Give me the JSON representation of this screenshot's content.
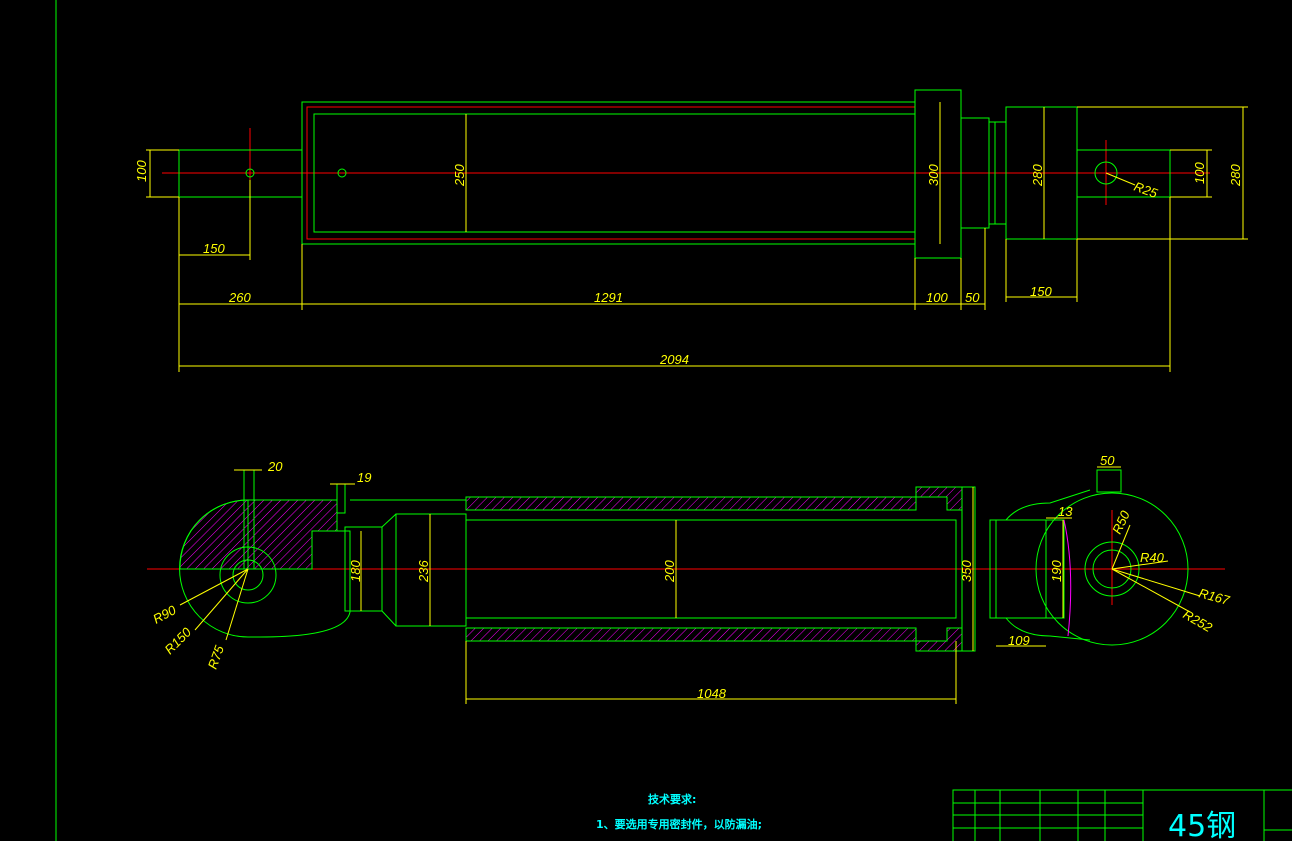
{
  "colors": {
    "background": "#000000",
    "outline": "#00ff00",
    "dimension": "#ffff00",
    "centerline": "#ff0000",
    "hatch": "#ff00ff",
    "text_note": "#00ffff"
  },
  "top_view": {
    "dims": {
      "rod_dia": "100",
      "eye_len": "150",
      "rod_offset": "260",
      "body_len": "1291",
      "flange_w": "100",
      "step_w": "50",
      "overall": "2094",
      "bore": "250",
      "flange_dia": "300",
      "clevis_dia": "280",
      "clevis_len": "150",
      "pin_r": "R25",
      "clevis_dia_right": "280",
      "eye_dia_right": "100"
    }
  },
  "section_view": {
    "dims": {
      "slot_w": "20",
      "groove_w": "19",
      "r90": "R90",
      "r150": "R150",
      "r75": "R75",
      "d180": "180",
      "d236": "236",
      "d200": "200",
      "d350": "350",
      "tube_len": "1048",
      "lug_w": "50",
      "gap": "13",
      "r50": "R50",
      "r40": "R40",
      "r167": "R167",
      "r252": "R252",
      "d190": "190",
      "l109": "109"
    }
  },
  "notes": {
    "title": "技术要求:",
    "item1": "1、要选用专用密封件，以防漏油;"
  },
  "title_block": {
    "material": "45钢"
  }
}
